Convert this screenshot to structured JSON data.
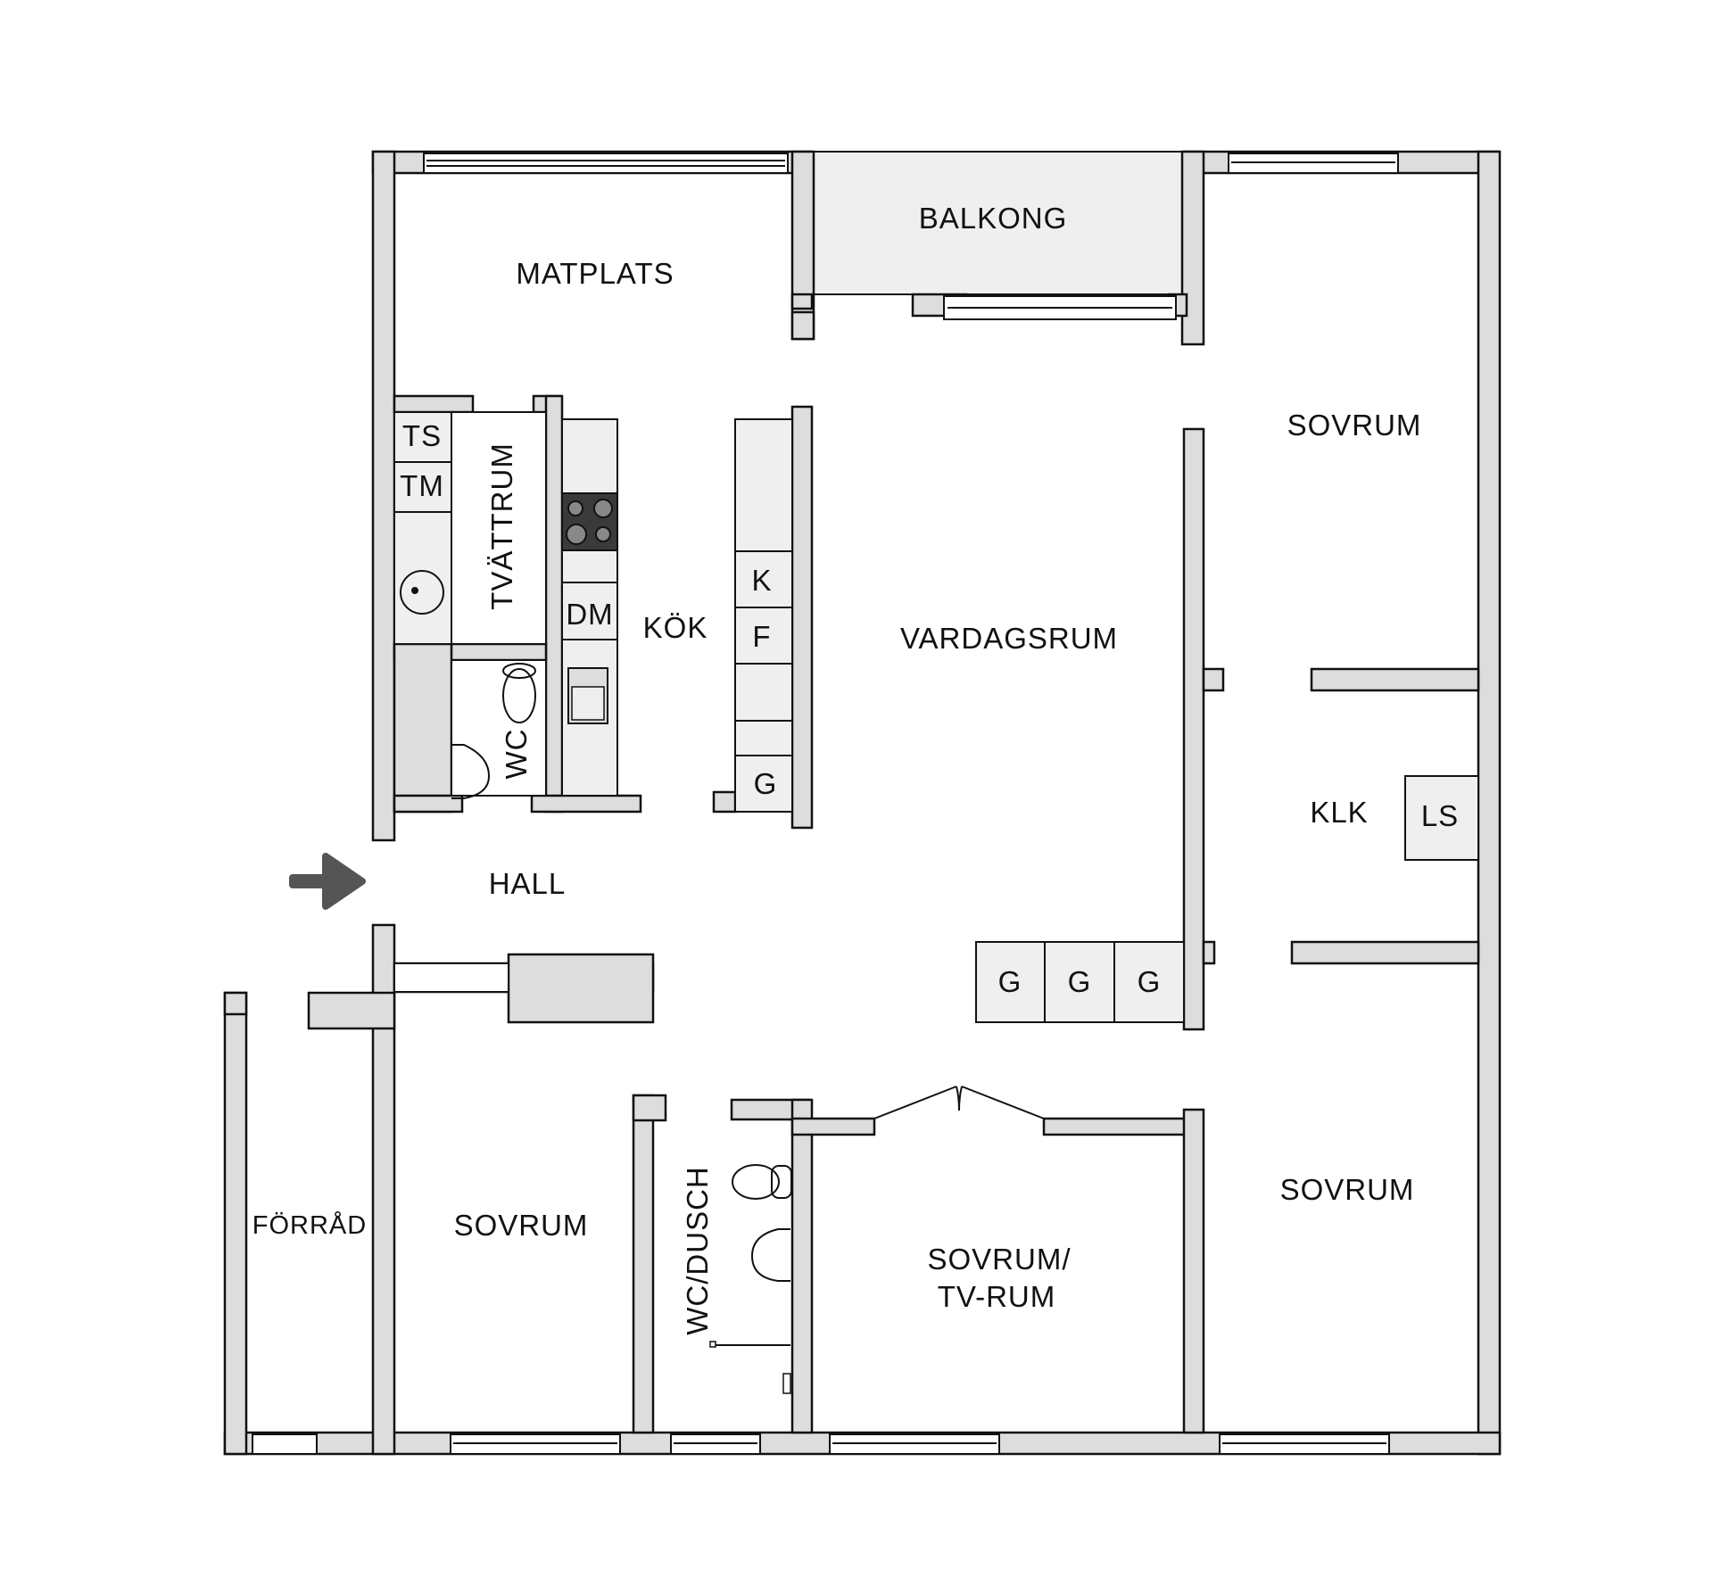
{
  "floorplan": {
    "rooms": {
      "matplats": "MATPLATS",
      "balkong": "BALKONG",
      "sovrum_ne": "SOVRUM",
      "tvattrum": "TVÄTTRUM",
      "kok": "KÖK",
      "vardagsrum": "VARDAGSRUM",
      "wc": "WC",
      "klk": "KLK",
      "hall": "HALL",
      "forrad": "FÖRRÅD",
      "sovrum_sw": "SOVRUM",
      "wc_dusch": "WC/DUSCH",
      "sovrum_tv_line1": "SOVRUM/",
      "sovrum_tv_line2": "TV-RUM",
      "sovrum_se": "SOVRUM"
    },
    "fixtures": {
      "ts": "TS",
      "tm": "TM",
      "dm": "DM",
      "k": "K",
      "f": "F",
      "g_kitchen": "G",
      "ls": "LS",
      "g1": "G",
      "g2": "G",
      "g3": "G"
    },
    "entrance_arrow": "entrance-arrow",
    "colors": {
      "wall_fill": "#dddddd",
      "fixture_fill": "#efefef",
      "stove": "#3a3a3a",
      "arrow": "#555555",
      "line": "#111111"
    }
  }
}
